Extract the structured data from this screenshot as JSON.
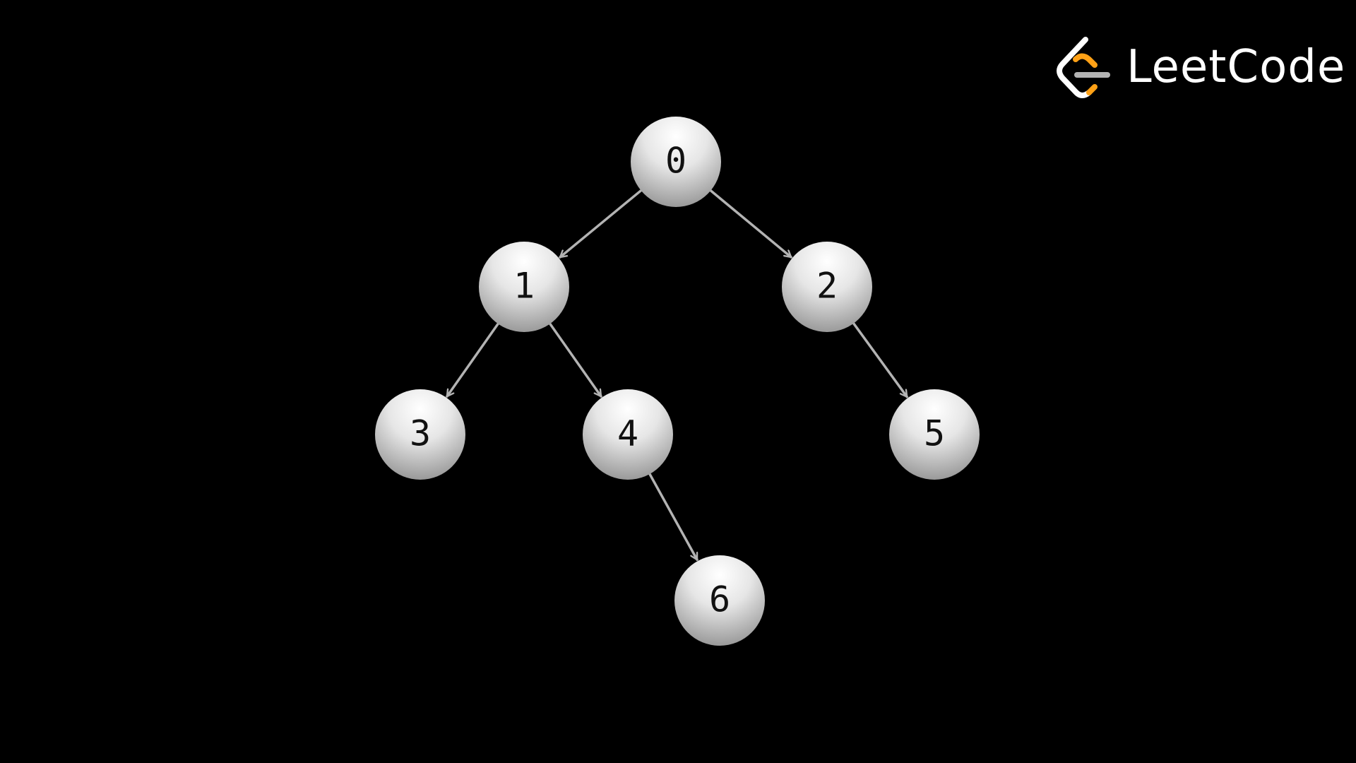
{
  "diagram": {
    "type": "binary-tree",
    "nodes": [
      {
        "id": "0",
        "label": "0"
      },
      {
        "id": "1",
        "label": "1"
      },
      {
        "id": "2",
        "label": "2"
      },
      {
        "id": "3",
        "label": "3"
      },
      {
        "id": "4",
        "label": "4"
      },
      {
        "id": "5",
        "label": "5"
      },
      {
        "id": "6",
        "label": "6"
      }
    ],
    "edges": [
      {
        "from": "0",
        "to": "1"
      },
      {
        "from": "0",
        "to": "2"
      },
      {
        "from": "1",
        "to": "3"
      },
      {
        "from": "1",
        "to": "4"
      },
      {
        "from": "2",
        "to": "5"
      },
      {
        "from": "4",
        "to": "6"
      }
    ],
    "colors": {
      "background": "#000000",
      "node_light": "#ffffff",
      "node_dark": "#9a9a9a",
      "edge": "#b3b3b3",
      "label": "#111111"
    }
  },
  "logo": {
    "text": "LeetCode",
    "icon": "leetcode-logo-icon",
    "colors": {
      "white": "#ffffff",
      "orange": "#ffa116",
      "gray": "#b3b3b3"
    }
  }
}
